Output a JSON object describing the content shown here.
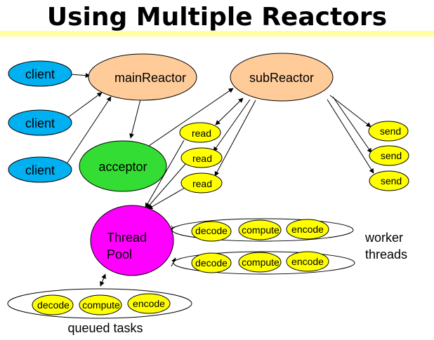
{
  "title": "Using Multiple Reactors",
  "colors": {
    "client": "#00b0f0",
    "reactor": "#ffcc99",
    "acceptor": "#33dd33",
    "pool": "#ff00ff",
    "task": "#ffff00",
    "title_bar": "#ffffa0"
  },
  "nodes": {
    "client_1": "client",
    "client_2": "client",
    "client_3": "client",
    "main_reactor": "mainReactor",
    "sub_reactor": "subReactor",
    "acceptor": "acceptor",
    "read_1": "read",
    "read_2": "read",
    "read_3": "read",
    "send_1": "send",
    "send_2": "send",
    "send_3": "send",
    "thread_pool_line1": "Thread",
    "thread_pool_line2": "Pool"
  },
  "worker_rows": [
    [
      "decode",
      "compute",
      "encode"
    ],
    [
      "decode",
      "compute",
      "encode"
    ]
  ],
  "queued_row": [
    "decode",
    "compute",
    "encode"
  ],
  "labels": {
    "worker_threads_line1": "worker",
    "worker_threads_line2": "threads",
    "queued_tasks": "queued tasks"
  }
}
